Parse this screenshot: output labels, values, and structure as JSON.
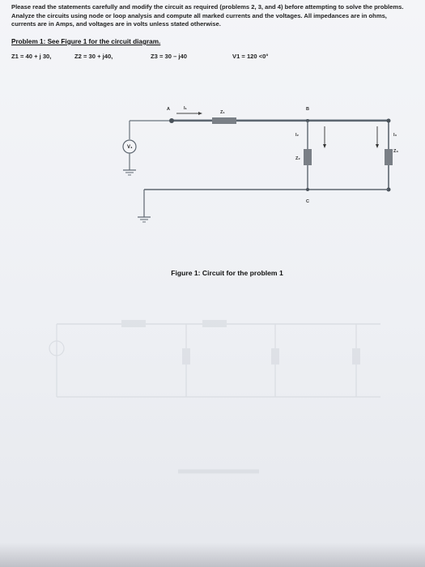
{
  "instructions": "Please read the statements carefully and modify the circuit as required (problems 2, 3, and 4) before attempting to solve the problems. Analyze the circuits using node or loop analysis and compute all marked currents and the voltages. All impedances are in ohms, currents are in Amps, and voltages are in volts unless stated otherwise.",
  "problem_heading": "Problem 1: See Figure 1 for the circuit diagram.",
  "given": {
    "z1": "Z1 = 40 + j 30,",
    "z2": "Z2 = 30 + j40,",
    "z3": "Z3 = 30 – j40",
    "v1": "V1 = 120 <0°"
  },
  "figure": {
    "caption": "Figure 1: Circuit for the problem 1",
    "node_a": "A",
    "node_b": "B",
    "node_c": "C",
    "current_i1": "I₁",
    "current_i2": "I₂",
    "current_i3": "I₃",
    "z1_label": "Z₁",
    "z2_label": "Z₂",
    "z3_label": "Z₃",
    "source_label": "V₁"
  },
  "colors": {
    "wire": "#5d6670",
    "wire_highlight": "#8c96a0",
    "resistor": "#7a7f86",
    "node": "#4a525a"
  }
}
